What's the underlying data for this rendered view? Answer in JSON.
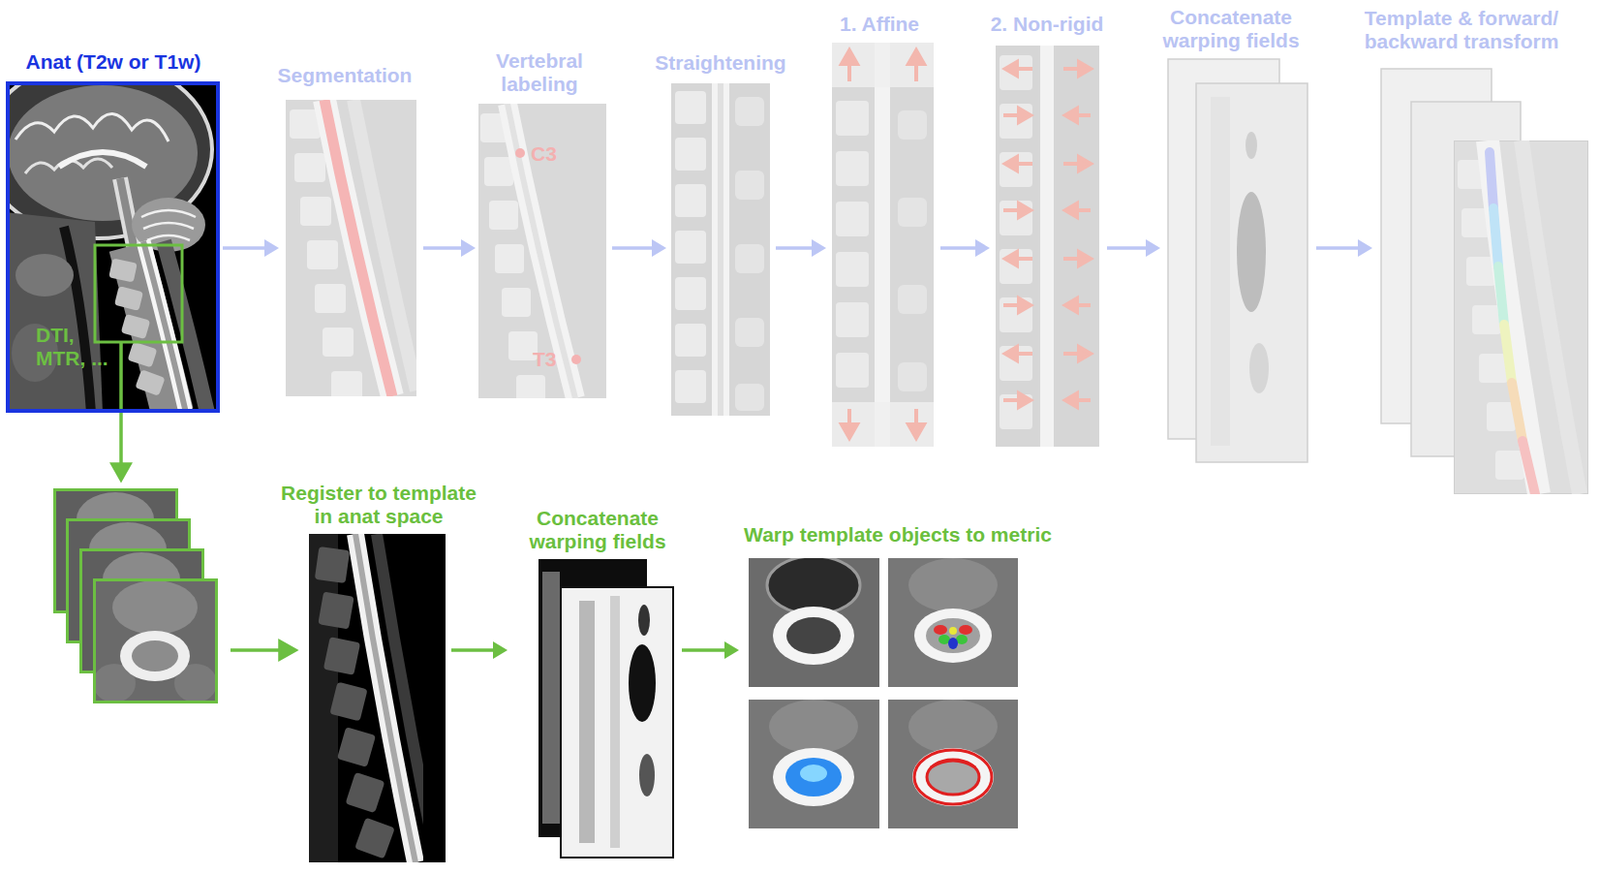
{
  "diagram": {
    "nodes": [
      {
        "text": [
          "Anat (T2w or T1w)",
          "DTI, MTR, ..."
        ]
      },
      {
        "text": [
          "Segmentation"
        ]
      },
      {
        "text": [
          "Vertebral labeling",
          "C3",
          "T3"
        ]
      },
      {
        "text": [
          "Straightening"
        ]
      },
      {
        "text": [
          "1. Affine"
        ]
      },
      {
        "text": [
          "2. Non-rigid"
        ]
      },
      {
        "text": [
          "Concatenate warping fields"
        ]
      },
      {
        "text": [
          "Template & forward/ backward transform"
        ]
      },
      {
        "text": [
          "Register to template in anat space"
        ]
      },
      {
        "text": [
          "Concatenate warping fields"
        ]
      },
      {
        "text": [
          "Warp template objects to metric"
        ]
      }
    ],
    "edges": [
      {
        "from": 0,
        "to": 1,
        "arrow": "to"
      },
      {
        "from": 1,
        "to": 2,
        "arrow": "to"
      },
      {
        "from": 2,
        "to": 3,
        "arrow": "to"
      },
      {
        "from": 3,
        "to": 4,
        "arrow": "to"
      },
      {
        "from": 4,
        "to": 5,
        "arrow": "to"
      },
      {
        "from": 5,
        "to": 6,
        "arrow": "to"
      },
      {
        "from": 6,
        "to": 7,
        "arrow": "to"
      },
      {
        "from": 8,
        "to": 9,
        "arrow": "to"
      },
      {
        "from": 9,
        "to": 10,
        "arrow": "to"
      }
    ]
  }
}
